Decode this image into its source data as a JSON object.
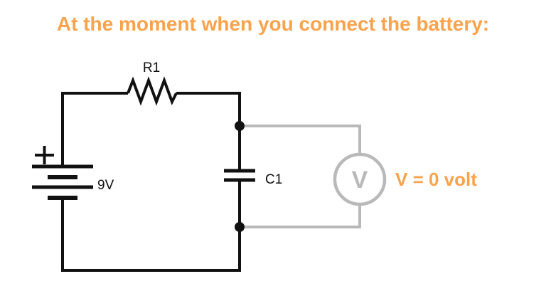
{
  "title": "At the moment when you connect the battery:",
  "colors": {
    "accent_orange": "#F9A34D",
    "wire_black": "#111111",
    "meter_gray": "#B9B9B9"
  },
  "circuit": {
    "battery": {
      "label": "9V",
      "polarity": "+"
    },
    "resistor": {
      "label": "R1"
    },
    "capacitor": {
      "label": "C1"
    },
    "voltmeter": {
      "symbol": "V",
      "reading": "V = 0 volt"
    }
  }
}
